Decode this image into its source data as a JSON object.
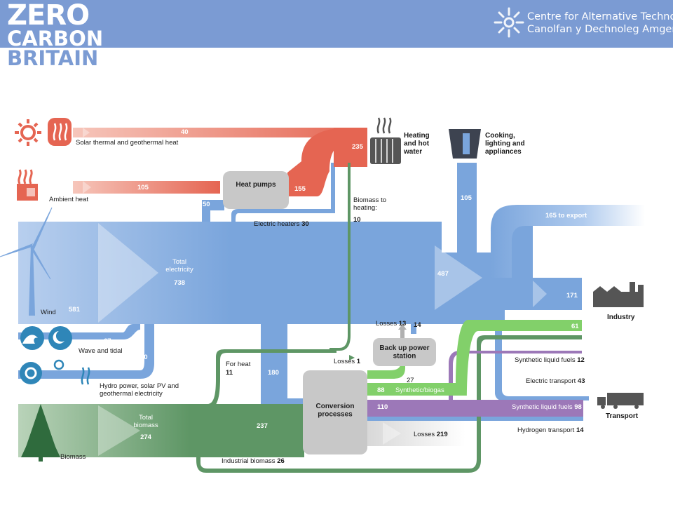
{
  "header": {
    "title_line1": "ZERO",
    "title_line2": "CARBON",
    "title_line3": "BRITAIN",
    "org_line1": "Centre for Alternative Technology",
    "org_line2": "Canolfan y Dechnoleg Amgen"
  },
  "colors": {
    "header": "#7b9bd3",
    "electricity": "#7aa5dc",
    "heat": "#e56552",
    "biomass": "#5e9665",
    "synthetic": "#9c78b8",
    "green": "#82d06a",
    "box": "#c8c8c8"
  },
  "nodes": {
    "heating": "Heating and hot water",
    "cooking": "Cooking, lighting and appliances",
    "industry": "Industry",
    "transport": "Transport",
    "heat_pumps": "Heat pumps",
    "backup": "Back up power station",
    "conversion": "Conversion processes"
  },
  "labels": {
    "solar_thermal": "Solar thermal and geothermal heat",
    "solar_thermal_val": "40",
    "ambient": "Ambient heat",
    "ambient_val": "105",
    "heating_in": "235",
    "hp_out": "155",
    "hp_elec": "50",
    "elec_heaters": "Electric heaters",
    "elec_heaters_val": "30",
    "biomass_heating": "Biomass to heating:",
    "biomass_heating_val": "10",
    "cooking_val": "105",
    "export": "165 to export",
    "total_elec": "Total electricity",
    "total_elec_val": "738",
    "elec_487": "487",
    "wind": "Wind",
    "wind_val": "581",
    "wave": "Wave and tidal",
    "wave_val": "67",
    "hydro": "Hydro power, solar PV and geothermal electricity",
    "hydro_val": "90",
    "industry_elec": "171",
    "industry_green": "61",
    "losses13": "Losses",
    "losses13_val": "13",
    "backup_val": "14",
    "backup_in": "27",
    "losses1": "Losses",
    "losses1_val": "1",
    "forheat": "For heat",
    "forheat_val": "11",
    "conv_in": "180",
    "syn_liquid12": "Synthetic liquid fuels",
    "syn_liquid12_val": "12",
    "elec_transport": "Electric transport",
    "elec_transport_val": "43",
    "syngas": "Synthetic/biogas",
    "syngas_val": "88",
    "syn_110": "110",
    "syn_liquid98": "Synthetic liquid fuels",
    "syn_liquid98_val": "98",
    "h2_transport": "Hydrogen transport",
    "h2_transport_val": "14",
    "losses219": "Losses",
    "losses219_val": "219",
    "total_biomass": "Total biomass",
    "total_biomass_val": "274",
    "biomass_237": "237",
    "biomass": "Biomass",
    "industrial_biomass": "Industrial biomass",
    "industrial_biomass_val": "26"
  }
}
